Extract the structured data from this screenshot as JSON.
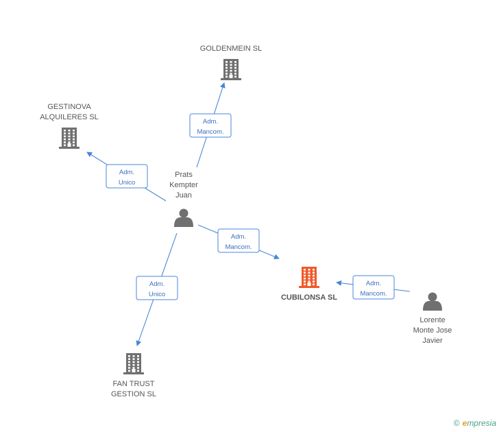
{
  "nodes": {
    "goldenmein": {
      "type": "company",
      "lines": [
        "GOLDENMEIN SL"
      ],
      "color": "#707070"
    },
    "gestinova": {
      "type": "company",
      "lines": [
        "GESTINOVA",
        "ALQUILERES SL"
      ],
      "color": "#707070"
    },
    "cubilonsa": {
      "type": "company",
      "lines": [
        "CUBILONSA SL"
      ],
      "color": "#f05a2b",
      "main": true
    },
    "fantrust": {
      "type": "company",
      "lines": [
        "FAN TRUST",
        "GESTION SL"
      ],
      "color": "#707070"
    },
    "prats": {
      "type": "person",
      "lines": [
        "Prats",
        "Kempter",
        "Juan"
      ],
      "color": "#707070"
    },
    "lorente": {
      "type": "person",
      "lines": [
        "Lorente",
        "Monte Jose",
        "Javier"
      ],
      "color": "#707070"
    }
  },
  "edges": [
    {
      "id": "prats-goldenmein",
      "lines": [
        "Adm.",
        "Mancom."
      ]
    },
    {
      "id": "prats-gestinova",
      "lines": [
        "Adm.",
        "Unico"
      ]
    },
    {
      "id": "prats-cubilonsa",
      "lines": [
        "Adm.",
        "Mancom."
      ]
    },
    {
      "id": "prats-fantrust",
      "lines": [
        "Adm.",
        "Unico"
      ]
    },
    {
      "id": "lorente-cubilonsa",
      "lines": [
        "Adm.",
        "Mancom."
      ]
    }
  ],
  "colors": {
    "edge": "#4a86d8",
    "node": "#707070",
    "highlight": "#f05a2b"
  },
  "brand": {
    "copyright": "©",
    "name": "mpresia",
    "initial": "e"
  }
}
